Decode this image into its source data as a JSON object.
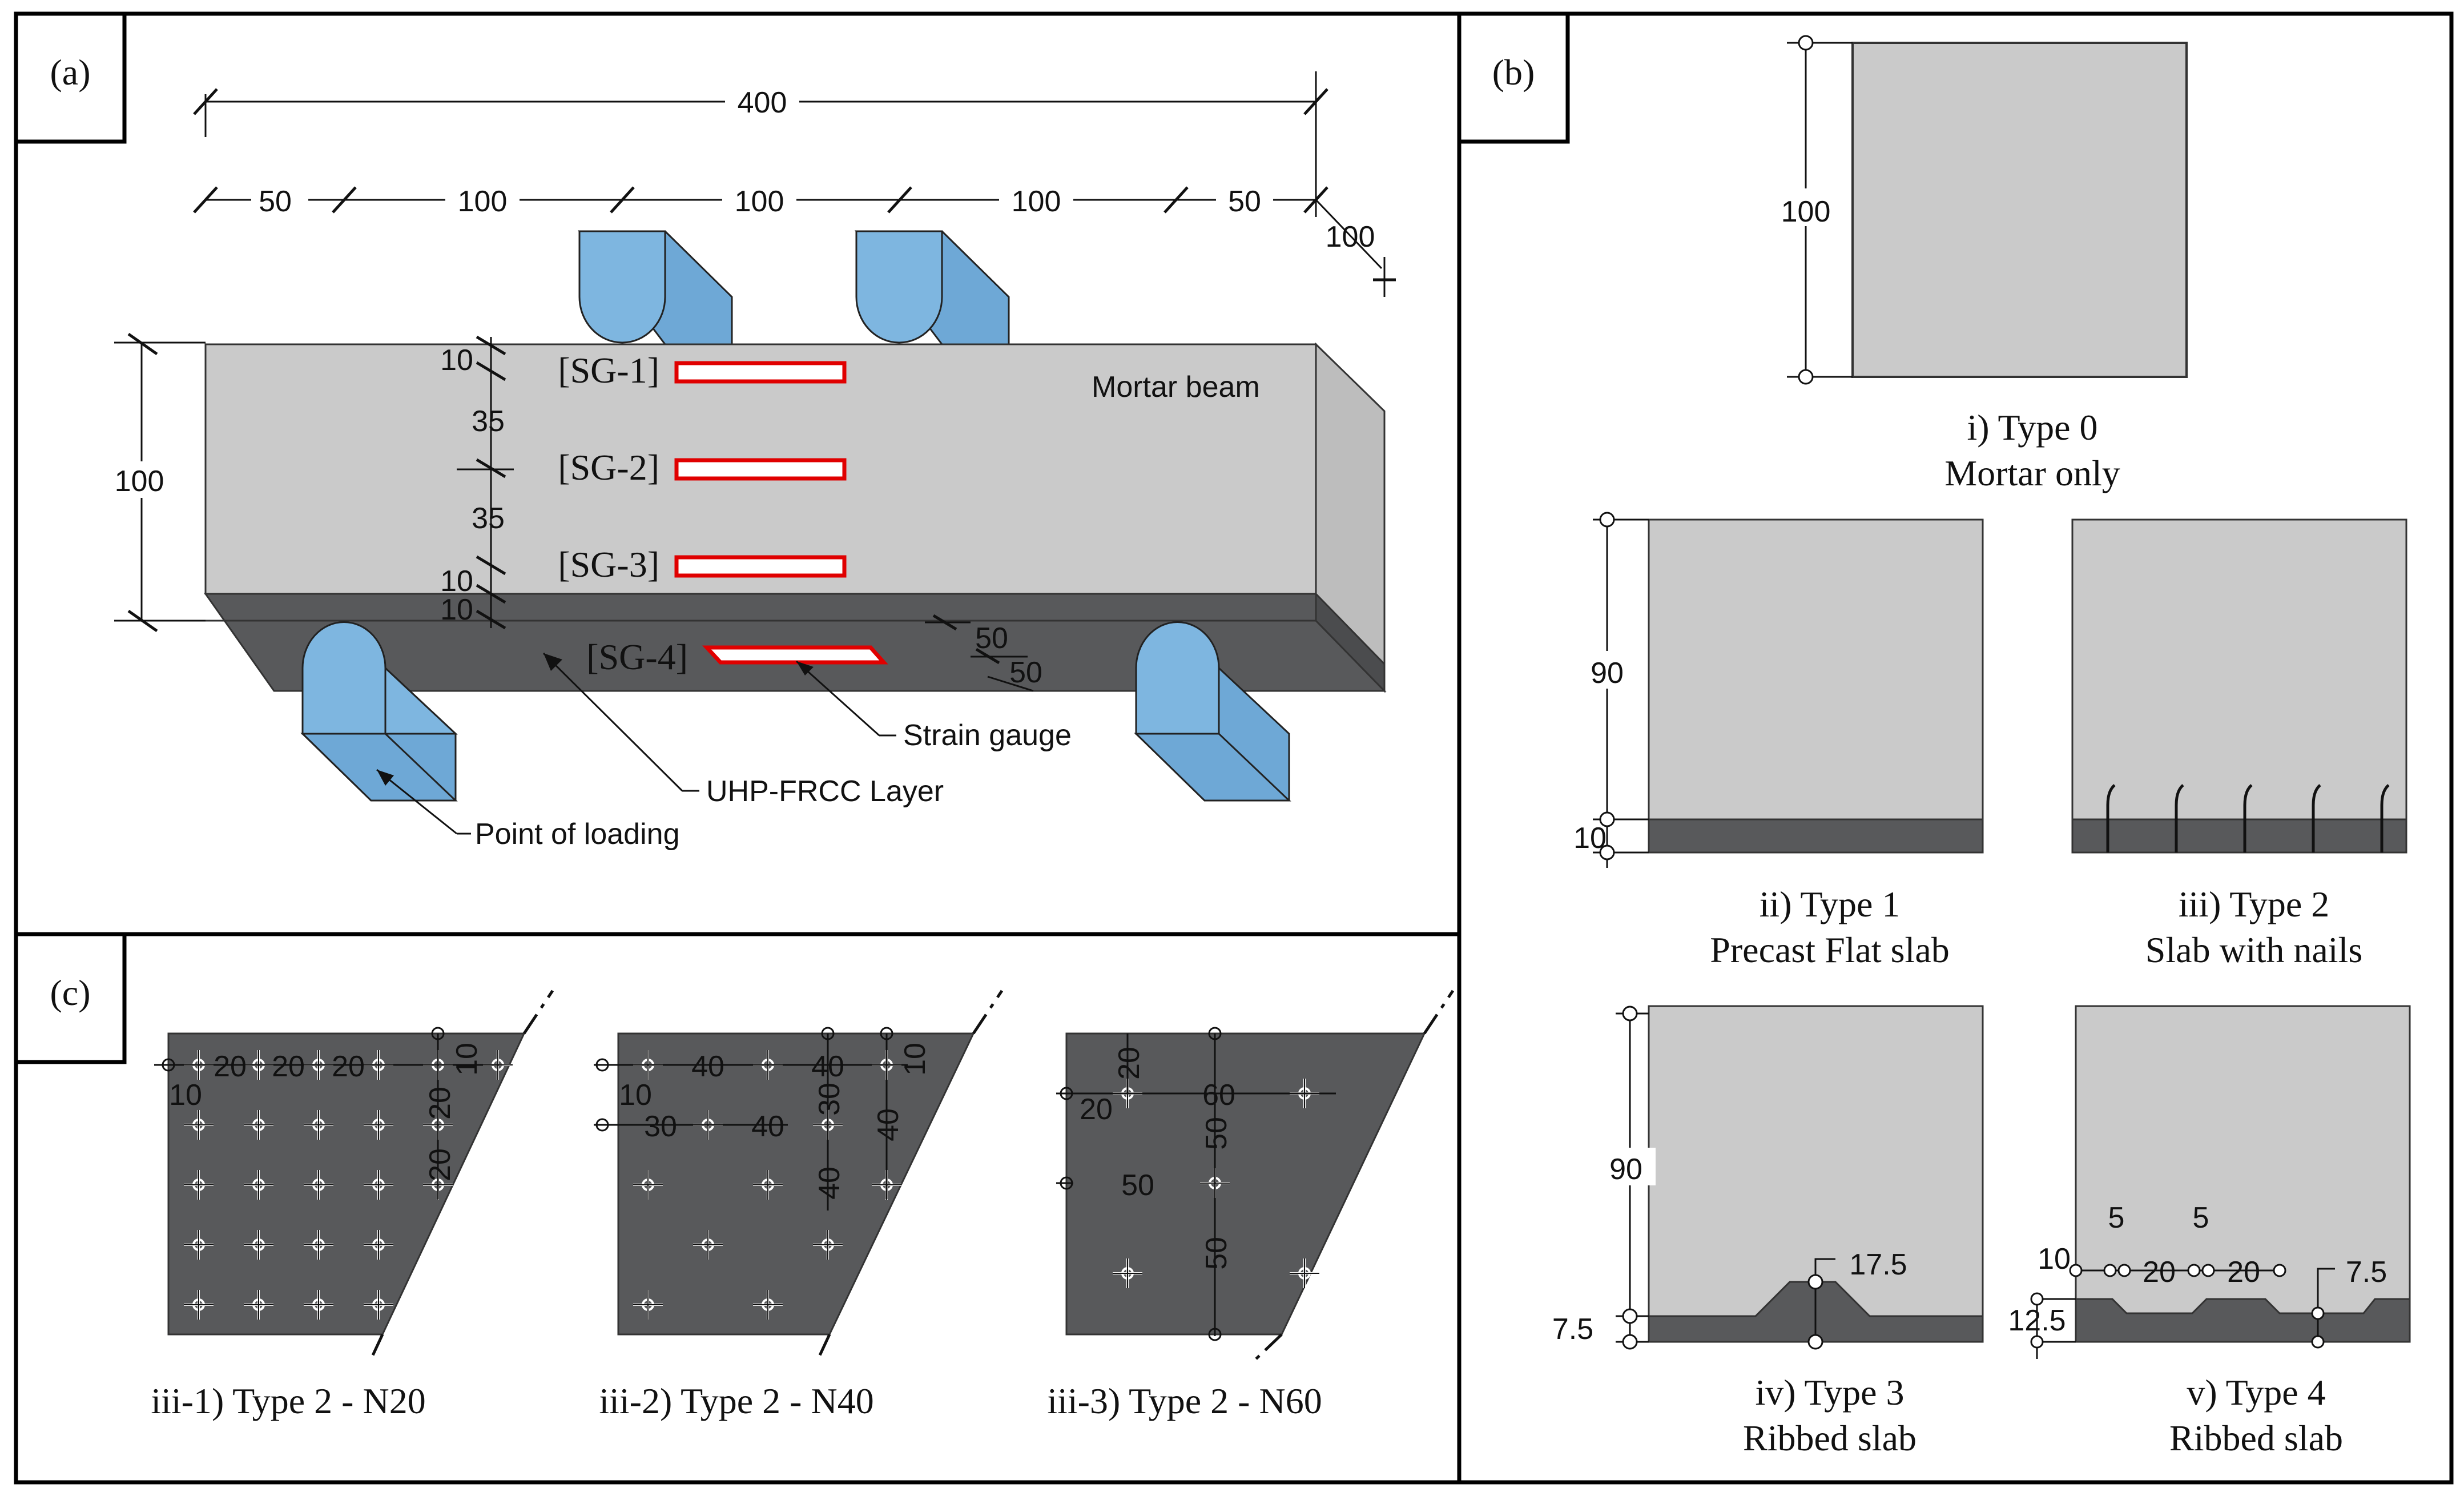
{
  "colors": {
    "mortar": "#cacaca",
    "uhpfrcc": "#58595b",
    "support": "#7eb6e0",
    "gauge": "#e00000",
    "frame": "#000000"
  },
  "panel_a": {
    "label": "(a)",
    "dims": {
      "total": "400",
      "seg1": "50",
      "seg2": "100",
      "seg3": "100",
      "seg4": "100",
      "seg5": "50",
      "width": "100",
      "height": "100",
      "top_gap": "10",
      "gap1": "35",
      "gap2": "35",
      "bot_gap1": "10",
      "bot_gap2": "10",
      "sg4_w1": "50",
      "sg4_w2": "50"
    },
    "gauges": [
      "[SG-1]",
      "[SG-2]",
      "[SG-3]",
      "[SG-4]"
    ],
    "mortar_beam": "Mortar beam",
    "strain_gauge": "Strain gauge",
    "uhp_layer": "UHP-FRCC Layer",
    "point_of_loading": "Point of loading"
  },
  "panel_b": {
    "label": "(b)",
    "type0": {
      "dim": "100",
      "line1": "i) Type 0",
      "line2": "Mortar only"
    },
    "type1": {
      "dim_main": "90",
      "dim_layer": "10",
      "line1": "ii) Type 1",
      "line2": "Precast Flat slab"
    },
    "type2": {
      "line1": "iii) Type 2",
      "line2": "Slab with nails"
    },
    "type3": {
      "dim_main": "90",
      "dim_layer": "7.5",
      "dim_rib": "17.5",
      "line1": "iv) Type 3",
      "line2": "Ribbed slab"
    },
    "type4": {
      "d5a": "5",
      "d5b": "5",
      "d10": "10",
      "d20a": "20",
      "d20b": "20",
      "d75": "7.5",
      "d125": "12.5",
      "line1": "v) Type 4",
      "line2": "Ribbed slab"
    }
  },
  "panel_c": {
    "label": "(c)",
    "n20": {
      "d10a": "10",
      "d20a": "20",
      "d20b": "20",
      "d20c": "20",
      "d10b": "10",
      "d20d": "20",
      "d20e": "20",
      "caption": "iii-1) Type 2 - N20"
    },
    "n40": {
      "d10": "10",
      "d40a": "40",
      "d40b": "40",
      "d10b": "10",
      "d30a": "30",
      "d40c": "40",
      "d30b": "30",
      "d40d": "40",
      "d40e": "40",
      "caption": "iii-2) Type 2 - N40"
    },
    "n60": {
      "d20a": "20",
      "d20b": "20",
      "d60": "60",
      "d50a": "50",
      "d50b": "50",
      "d50c": "50",
      "caption": "iii-3) Type 2 - N60"
    }
  }
}
